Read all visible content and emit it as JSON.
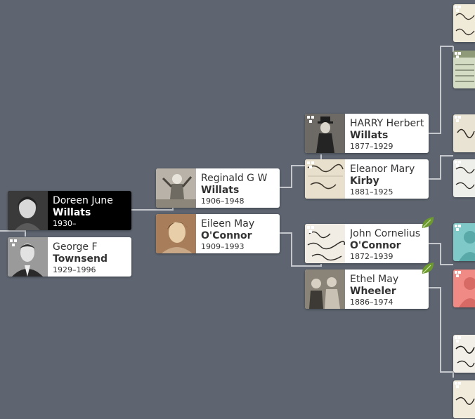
{
  "colors": {
    "background": "#5e6570",
    "line": "#c4c8cd",
    "card": "#ffffff",
    "card_selected": "#000000",
    "leaf_hint": "#6c9a2e",
    "silhouette_male": "#7fc9c9",
    "silhouette_female": "#ef8a85"
  },
  "people": {
    "doreen": {
      "given": "Doreen June",
      "surname": "Willats",
      "dates": "1930–"
    },
    "george": {
      "given": "George F",
      "surname": "Townsend",
      "dates": "1929–1996"
    },
    "reginald": {
      "given": "Reginald G W",
      "surname": "Willats",
      "dates": "1906–1948"
    },
    "eileen": {
      "given": "Eileen May",
      "surname": "O'Connor",
      "dates": "1909–1993"
    },
    "harry": {
      "given": "HARRY Herbert",
      "surname": "Willats",
      "dates": "1877–1929"
    },
    "eleanor": {
      "given": "Eleanor Mary",
      "surname": "Kirby",
      "dates": "1881–1925"
    },
    "john": {
      "given": "John Cornelius",
      "surname": "O'Connor",
      "dates": "1872–1939"
    },
    "ethel": {
      "given": "Ethel May",
      "surname": "Wheeler",
      "dates": "1886–1974"
    }
  },
  "icons": {
    "hint": "record-hint-icon",
    "leaf": "leaf-hint-icon",
    "silhouette": "silhouette-icon"
  }
}
